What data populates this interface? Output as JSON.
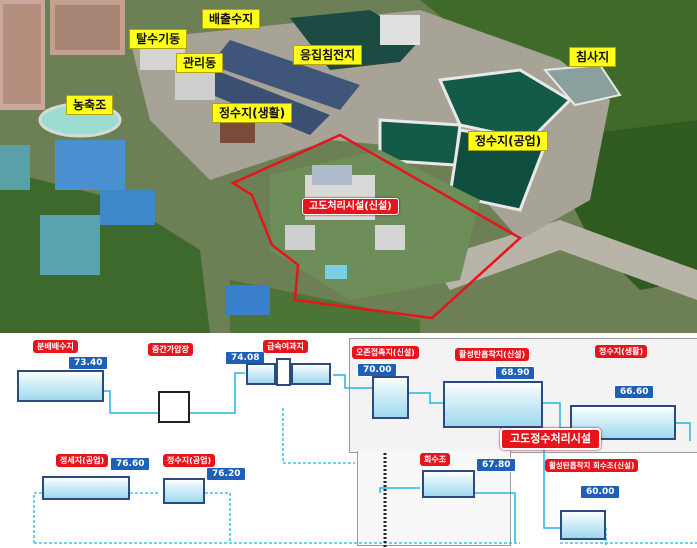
{
  "photo_labels": {
    "baechul": "배출수지",
    "talsu": "탈수기동",
    "eungjip": "응집침전지",
    "gwalli": "관리동",
    "nongchuk": "농축조",
    "jeongsu_life": "정수지(생활)",
    "chimsa": "침사지",
    "jeongsu_industry": "정수지(공업)",
    "advanced_new": "고도처리시설(신설)"
  },
  "schematic": {
    "tanks": {
      "t1": {
        "label": "분배배수지",
        "value": "73.40"
      },
      "t2": {
        "label": "중간가압장"
      },
      "t3": {
        "label": "급속여과지",
        "value": "74.08"
      },
      "t4": {
        "label": "오존접촉지(신설)",
        "value": "70.00"
      },
      "t5": {
        "label": "활성탄흡착지(신설)",
        "value": "68.90"
      },
      "t6": {
        "label": "정수지(생활)",
        "value": "66.60"
      },
      "t7": {
        "label": "정세지(공업)",
        "value": "76.60"
      },
      "t8": {
        "label": "정수지(공업)",
        "value": "76.20"
      },
      "t9": {
        "label": "회수조",
        "value": "67.80"
      },
      "t10": {
        "label": "활성탄흡착지 회수조(신설)",
        "value": "60.00"
      }
    },
    "center_title": "고도정수처리시설"
  },
  "colors": {
    "highlight_red": "#e8141c",
    "label_yellow": "#ffff1a",
    "value_blue": "#1e60b8",
    "pipe_cyan": "#20b8e0"
  }
}
